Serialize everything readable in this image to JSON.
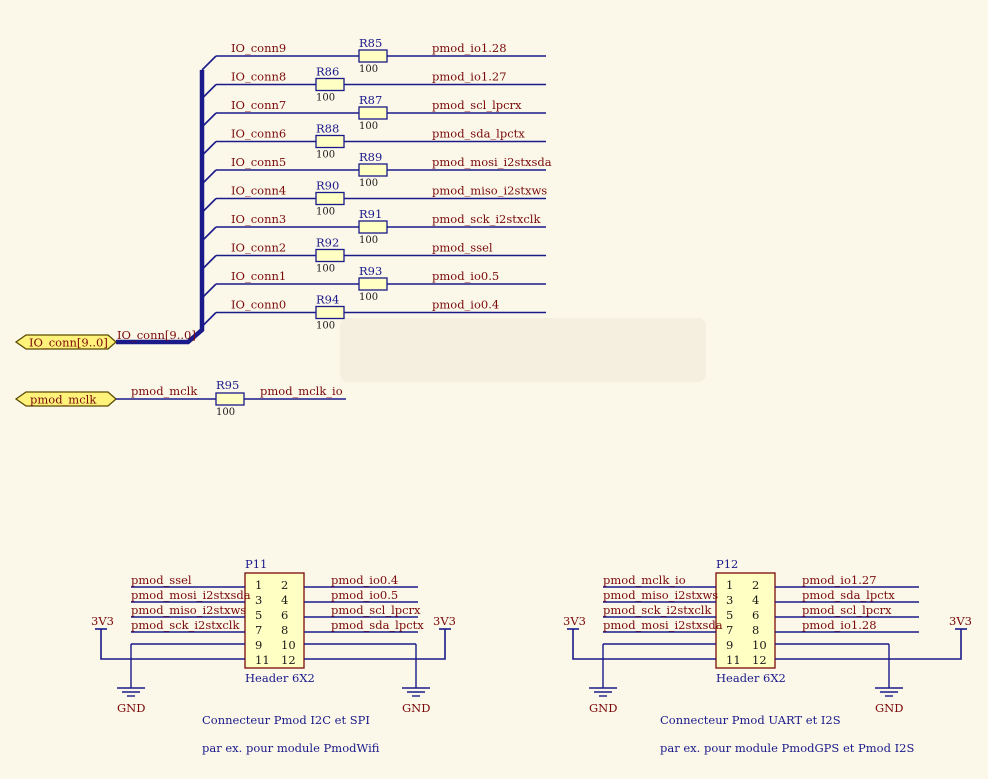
{
  "bus_nets": [
    {
      "conn": "IO_conn9",
      "ref": "R85",
      "value": "100",
      "out": "pmod_io1.28"
    },
    {
      "conn": "IO_conn8",
      "ref": "R86",
      "value": "100",
      "out": "pmod_io1.27"
    },
    {
      "conn": "IO_conn7",
      "ref": "R87",
      "value": "100",
      "out": "pmod_scl_lpcrx"
    },
    {
      "conn": "IO_conn6",
      "ref": "R88",
      "value": "100",
      "out": "pmod_sda_lpctx"
    },
    {
      "conn": "IO_conn5",
      "ref": "R89",
      "value": "100",
      "out": "pmod_mosi_i2stxsda"
    },
    {
      "conn": "IO_conn4",
      "ref": "R90",
      "value": "100",
      "out": "pmod_miso_i2stxws"
    },
    {
      "conn": "IO_conn3",
      "ref": "R91",
      "value": "100",
      "out": "pmod_sck_i2stxclk"
    },
    {
      "conn": "IO_conn2",
      "ref": "R92",
      "value": "100",
      "out": "pmod_ssel"
    },
    {
      "conn": "IO_conn1",
      "ref": "R93",
      "value": "100",
      "out": "pmod_io0.5"
    },
    {
      "conn": "IO_conn0",
      "ref": "R94",
      "value": "100",
      "out": "pmod_io0.4"
    }
  ],
  "bus": {
    "port_label": "IO_conn[9..0]",
    "bus_label": "IO_conn[9..0]"
  },
  "mclk": {
    "port_label": "pmod_mclk",
    "in_net": "pmod_mclk",
    "ref": "R95",
    "value": "100",
    "out_net": "pmod_mclk_io"
  },
  "headers": [
    {
      "ref": "P11",
      "type": "Header 6X2",
      "left_nets": [
        "pmod_ssel",
        "pmod_mosi_i2stxsda",
        "pmod_miso_i2stxws",
        "pmod_sck_i2stxclk"
      ],
      "right_nets": [
        "pmod_io0.4",
        "pmod_io0.5",
        "pmod_scl_lpcrx",
        "pmod_sda_lpctx"
      ],
      "left_pins": [
        "1",
        "3",
        "5",
        "7",
        "9",
        "11"
      ],
      "right_pins": [
        "2",
        "4",
        "6",
        "8",
        "10",
        "12"
      ],
      "power_left": "3V3",
      "power_right": "3V3",
      "gnd_left": "GND",
      "gnd_right": "GND",
      "caption1": "Connecteur Pmod I2C et SPI",
      "caption2": "par ex. pour module PmodWifi"
    },
    {
      "ref": "P12",
      "type": "Header 6X2",
      "left_nets": [
        "pmod_mclk_io",
        "pmod_miso_i2stxws",
        "pmod_sck_i2stxclk",
        "pmod_mosi_i2stxsda"
      ],
      "right_nets": [
        "pmod_io1.27",
        "pmod_sda_lpctx",
        "pmod_scl_lpcrx",
        "pmod_io1.28"
      ],
      "left_pins": [
        "1",
        "3",
        "5",
        "7",
        "9",
        "11"
      ],
      "right_pins": [
        "2",
        "4",
        "6",
        "8",
        "10",
        "12"
      ],
      "power_left": "3V3",
      "power_right": "3V3",
      "gnd_left": "GND",
      "gnd_right": "GND",
      "caption1": "Connecteur Pmod UART et I2S",
      "caption2": "par ex. pour module PmodGPS et Pmod I2S"
    }
  ]
}
